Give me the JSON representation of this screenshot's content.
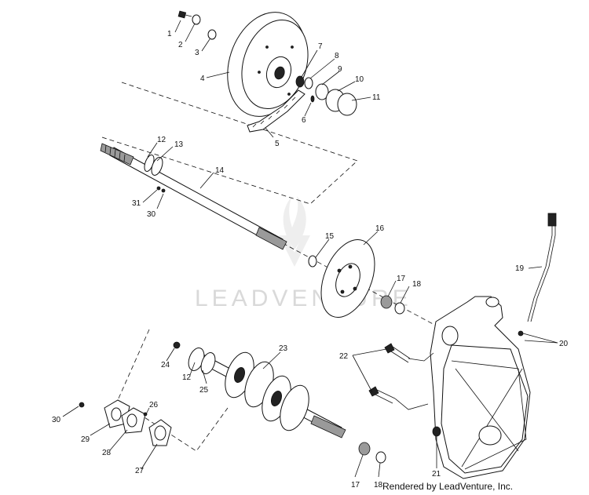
{
  "watermark": "LEADVENTURE",
  "credit": "Rendered by LeadVenture, Inc.",
  "callouts": [
    "1",
    "2",
    "3",
    "4",
    "5",
    "6",
    "7",
    "8",
    "9",
    "10",
    "11",
    "12",
    "13",
    "14",
    "15",
    "16",
    "17",
    "18",
    "19",
    "20",
    "21",
    "22",
    "23",
    "24",
    "12",
    "25",
    "26",
    "27",
    "28",
    "29",
    "30",
    "31",
    "30",
    "17",
    "18"
  ],
  "colors": {
    "ink": "#111111",
    "watermark": "#d9d9d9",
    "background": "#ffffff"
  },
  "icons": {
    "watermark_logo": "flame-v-logo-icon"
  }
}
